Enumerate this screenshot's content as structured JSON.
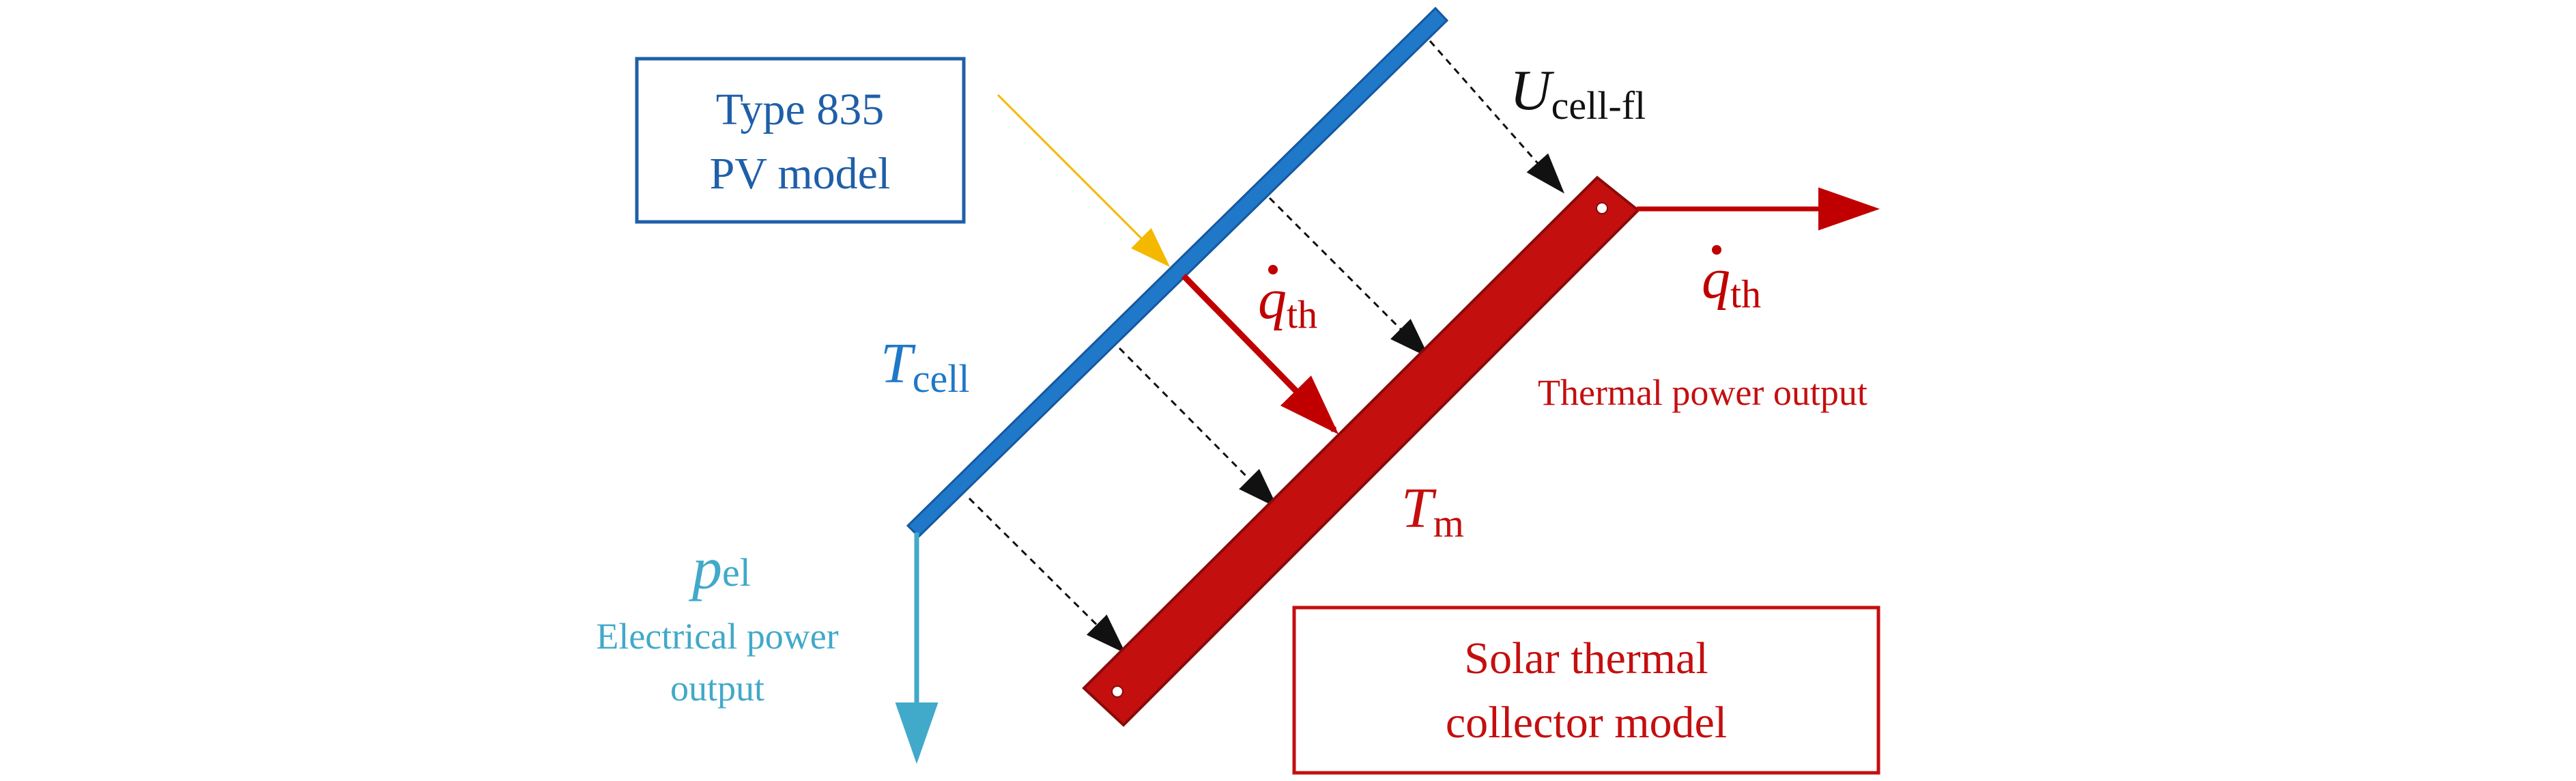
{
  "colors": {
    "pv_blue": "#1f78c8",
    "pv_blue_dark": "#1558a0",
    "box_blue": "#1f5fa8",
    "collector_red": "#c40f0f",
    "collector_red_dark": "#8a0a0a",
    "arrow_red": "#c00000",
    "light_blue": "#41a9c9",
    "sun_yellow": "#f5b800",
    "black": "#111111"
  },
  "pv_model_box": {
    "line1": "Type 835",
    "line2": "PV model"
  },
  "collector_box": {
    "line1": "Solar thermal",
    "line2": "collector model"
  },
  "labels": {
    "t_cell_main": "T",
    "t_cell_sub": "cell",
    "t_m_main": "T",
    "t_m_sub": "m",
    "u_main": "U",
    "u_sub": "cell-fl",
    "q_th_inner_main": "q",
    "q_th_inner_sub": "th",
    "q_th_outer_main": "q",
    "q_th_outer_sub": "th",
    "p_el_main": "p",
    "p_el_sub": "el",
    "thermal_output": "Thermal power output",
    "electrical_output_line1": "Electrical power",
    "electrical_output_line2": "output"
  },
  "icons": {
    "pv_panel": "pv-panel-bar",
    "collector": "collector-bar",
    "sun_ray": "sun-ray-arrow",
    "heat_transfer": "dashed-heat-transfer-arrows"
  }
}
